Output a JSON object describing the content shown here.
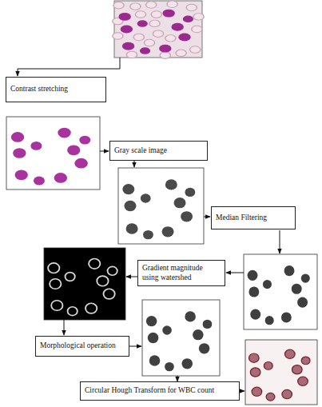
{
  "diagram": {
    "nodes": [
      {
        "text": [
          "Contrast stretching"
        ]
      },
      {
        "text": [
          "Gray scale image"
        ]
      },
      {
        "text": [
          "Median Filtering"
        ]
      },
      {
        "text": [
          "Gradient magnitude using watershed"
        ]
      },
      {
        "text": [
          "Morphological operation"
        ]
      },
      {
        "text": [
          "Circular Hough Transform for WBC count"
        ]
      }
    ]
  }
}
